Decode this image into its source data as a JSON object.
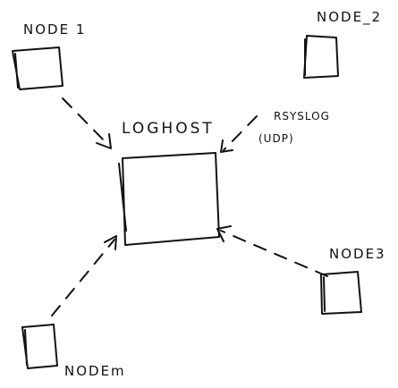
{
  "diagram": {
    "nodes": {
      "node1": {
        "label": "NODE 1"
      },
      "node2": {
        "label": "NODE_2"
      },
      "node3": {
        "label": "NODE3"
      },
      "nodem": {
        "label": "NODEm"
      },
      "loghost": {
        "label": "LOGHOST"
      }
    },
    "edges": {
      "protocol_label": "RSYSLOG",
      "transport_label": "(UDP)"
    }
  }
}
